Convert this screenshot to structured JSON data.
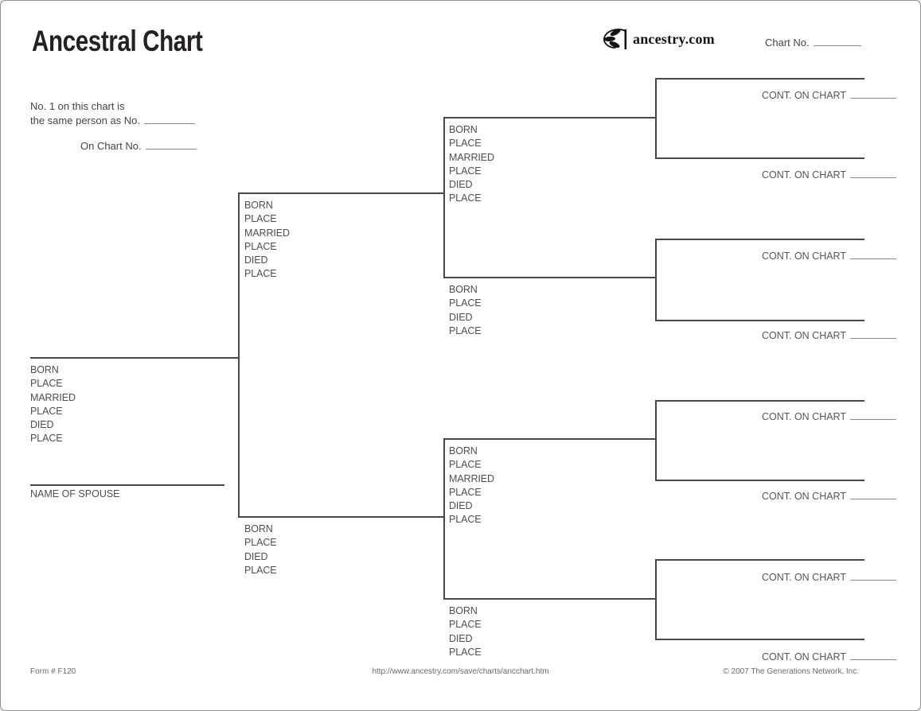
{
  "page": {
    "title": "Ancestral Chart",
    "logo": {
      "brand": "ancestry.com",
      "icon": "ancestry-leaf-icon"
    },
    "chart_no_label": "Chart No.",
    "reference": {
      "line1": "No. 1 on this chart is",
      "line2": "the same person as No.",
      "line3": "On Chart No."
    },
    "footer": {
      "form_number": "Form # F120",
      "url": "http://www.ancestry.com/save/charts/ancchart.htm",
      "copyright": "© 2007 The Generations Network, Inc."
    }
  },
  "chart": {
    "cont_on_chart_label": "CONT. ON CHART",
    "name_of_spouse_label": "NAME OF SPOUSE",
    "vitals_full": [
      "BORN",
      "PLACE",
      "MARRIED",
      "PLACE",
      "DIED",
      "PLACE"
    ],
    "vitals_short": [
      "BORN",
      "PLACE",
      "DIED",
      "PLACE"
    ]
  },
  "colors": {
    "chart_line": "#474747",
    "blank_line": "#8a8a8a",
    "label_text": "#4e4e4e",
    "title_text": "#252122"
  }
}
